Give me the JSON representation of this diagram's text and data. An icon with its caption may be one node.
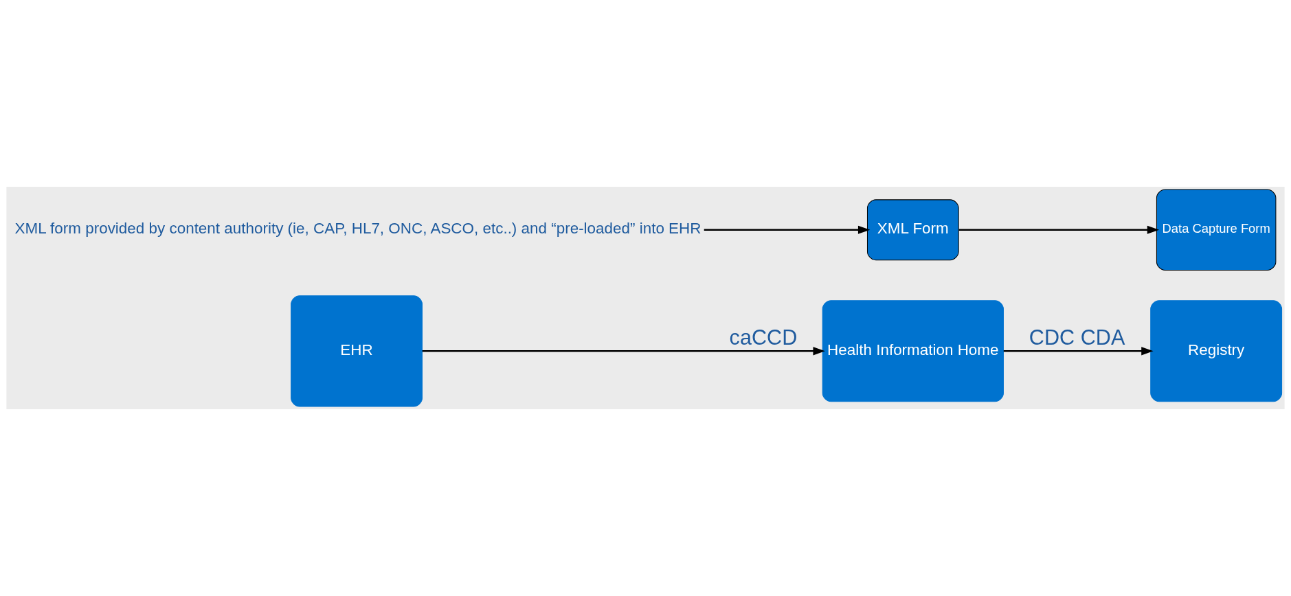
{
  "diagram": {
    "nodes": [
      {
        "text": [
          "EHR"
        ]
      },
      {
        "text": [
          "Data Capture Form"
        ]
      },
      {
        "text": [
          "XML Form"
        ]
      },
      {
        "text": [
          "Health Information Home"
        ]
      },
      {
        "text": [
          "Registry"
        ]
      },
      {
        "text": [
          "XML form provided by content authority (ie, CAP, HL7, ONC, ASCO, etc..) and “pre-loaded” into EHR"
        ]
      }
    ],
    "edges": [
      {
        "from": 0,
        "to": 3,
        "arrow": "to",
        "label": "caCCD"
      },
      {
        "from": 2,
        "to": 1,
        "arrow": "to"
      },
      {
        "from": 5,
        "to": 2,
        "arrow": "to"
      },
      {
        "from": 3,
        "to": 4,
        "arrow": "to",
        "label": "CDC CDA"
      }
    ]
  }
}
